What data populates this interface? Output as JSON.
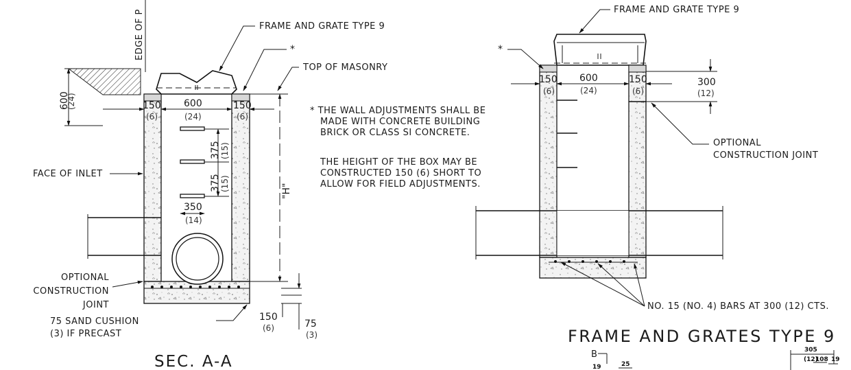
{
  "left_section": {
    "edge_label": "EDGE OF P",
    "frame_grate": "FRAME AND GRATE TYPE 9",
    "asterisk": "*",
    "top_masonry": "TOP OF MASONRY",
    "dim_600_vert": "600",
    "dim_24_vert": "(24)",
    "dim_150_left": "150",
    "dim_6_left": "(6)",
    "dim_600": "600",
    "dim_24": "(24)",
    "dim_150_right": "150",
    "dim_6_right": "(6)",
    "dim_375_a": "375",
    "dim_15_a": "(15)",
    "dim_375_b": "375",
    "dim_15_b": "(15)",
    "dim_350": "350",
    "dim_14": "(14)",
    "dim_h": "\"H\"",
    "face_inlet": "FACE OF INLET",
    "opt_joint_1": "OPTIONAL",
    "opt_joint_2": "CONSTRUCTION",
    "opt_joint_3": "JOINT",
    "sand_1": "75 SAND CUSHION",
    "sand_2": "(3)  IF PRECAST",
    "dim_150_bot": "150",
    "dim_6_bot": "(6)",
    "dim_75_bot": "75",
    "dim_3_bot": "(3)",
    "title": "SEC. A-A"
  },
  "notes": {
    "note1_line1": "* THE WALL ADJUSTMENTS SHALL BE",
    "note1_line2": "MADE WITH CONCRETE BUILDING",
    "note1_line3": "BRICK OR CLASS SI CONCRETE.",
    "note2_line1": "THE HEIGHT OF THE BOX MAY BE",
    "note2_line2": "CONSTRUCTED 150 (6) SHORT TO",
    "note2_line3": "ALLOW FOR FIELD ADJUSTMENTS."
  },
  "right_section": {
    "frame_grate": "FRAME AND GRATE TYPE 9",
    "asterisk": "*",
    "dim_150_l": "150",
    "dim_6_l": "(6)",
    "dim_600": "600",
    "dim_24": "(24)",
    "dim_150_r": "150",
    "dim_6_r": "(6)",
    "dim_300": "300",
    "dim_12": "(12)",
    "opt_joint_1": "OPTIONAL",
    "opt_joint_2": "CONSTRUCTION JOINT",
    "bars": "NO. 15 (NO. 4) BARS AT 300 (12) CTS.",
    "title": "FRAME AND GRATES TYPE 9"
  },
  "partial": {
    "b_label": "B",
    "dim_19a": "19",
    "dim_25": "25",
    "dim_305": "305",
    "dim_12": "(12)",
    "dim_108": "108",
    "dim_19b": "19"
  }
}
